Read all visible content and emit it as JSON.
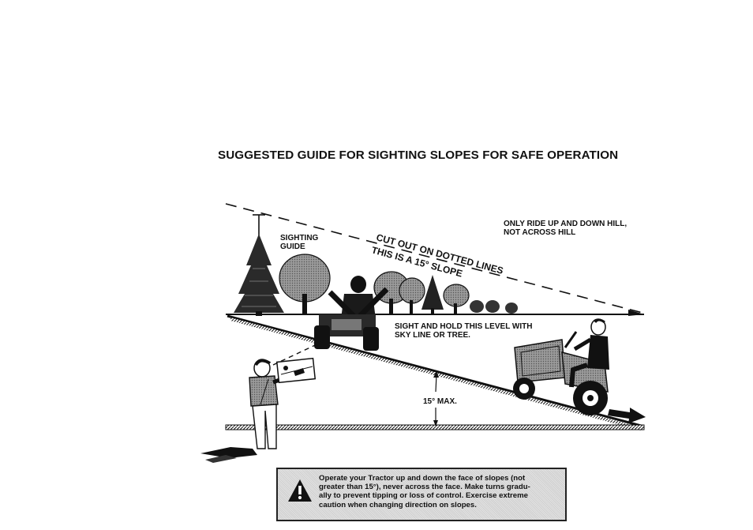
{
  "title": "SUGGESTED GUIDE FOR SIGHTING SLOPES FOR SAFE OPERATION",
  "illustration": {
    "sighting_guide_lines": [
      "SIGHTING",
      "GUIDE"
    ],
    "cut_out_label": "CUT OUT ON DOTTED LINES",
    "slope_label": "THIS IS A 15° SLOPE",
    "ride_advice_lines": [
      "ONLY RIDE UP AND DOWN HILL,",
      "NOT ACROSS HILL"
    ],
    "sight_instruction_lines": [
      "SIGHT AND HOLD THIS LEVEL WITH",
      "SKY LINE OR TREE."
    ],
    "max_angle_label": "15° MAX."
  },
  "warning": {
    "icon": "warning-exclamation-icon",
    "lines": [
      "Operate your Tractor up and down the face of slopes (not",
      "greater than 15°), never across the face. Make turns gradu-",
      "ally to prevent tipping or loss of control. Exercise extreme",
      "caution when changing direction on slopes."
    ]
  },
  "colors": {
    "ink": "#111111",
    "paper": "#ffffff",
    "warning_fill": "#d8d8d8"
  }
}
